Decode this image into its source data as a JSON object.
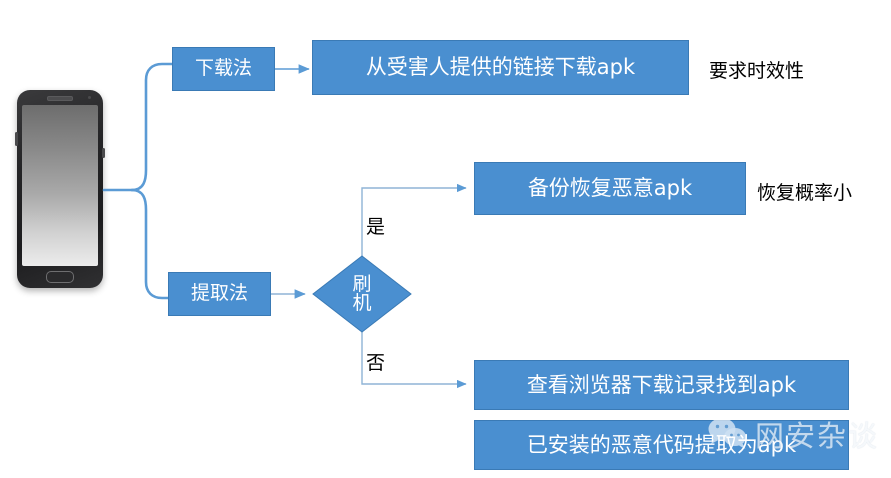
{
  "diagram": {
    "type": "flowchart",
    "title": "",
    "source_device": {
      "name": "smartphone",
      "label": ""
    },
    "nodes": [
      {
        "id": "download-method",
        "label": "下载法",
        "shape": "rect",
        "fill": "#4A8FD0",
        "text_color": "#FFFFFF"
      },
      {
        "id": "download-apk",
        "label": "从受害人提供的链接下载apk",
        "shape": "rect",
        "fill": "#4A8FD0",
        "text_color": "#FFFFFF"
      },
      {
        "id": "extract-method",
        "label": "提取法",
        "shape": "rect",
        "fill": "#4A8FD0",
        "text_color": "#FFFFFF"
      },
      {
        "id": "flash-rom",
        "label": "刷机",
        "shape": "diamond",
        "fill": "#4A8FD0",
        "text_color": "#FFFFFF",
        "label_lines": [
          "刷",
          "机"
        ]
      },
      {
        "id": "backup-restore",
        "label": "备份恢复恶意apk",
        "shape": "rect",
        "fill": "#4A8FD0",
        "text_color": "#FFFFFF"
      },
      {
        "id": "browser-history",
        "label": "查看浏览器下载记录找到apk",
        "shape": "rect",
        "fill": "#4A8FD0",
        "text_color": "#FFFFFF"
      },
      {
        "id": "extract-installed",
        "label": "已安装的恶意代码提取为apk",
        "shape": "rect",
        "fill": "#4A8FD0",
        "text_color": "#FFFFFF"
      }
    ],
    "branch_labels": [
      {
        "id": "yes-branch",
        "label": "是"
      },
      {
        "id": "no-branch",
        "label": "否"
      }
    ],
    "annotations": [
      {
        "id": "timeliness-note",
        "label": "要求时效性"
      },
      {
        "id": "low-recovery-note",
        "label": "恢复概率小"
      }
    ],
    "watermark": {
      "icon": "wechat-icon",
      "text": "网安杂谈"
    },
    "colors": {
      "node_fill": "#4A8FD0",
      "node_border": "#3A7AB5",
      "connector": "#5B9BD5",
      "thin_connector": "#8FB4D6",
      "text_on_node": "#FFFFFF",
      "annotation_text": "#000000",
      "background": "#FFFFFF"
    }
  }
}
